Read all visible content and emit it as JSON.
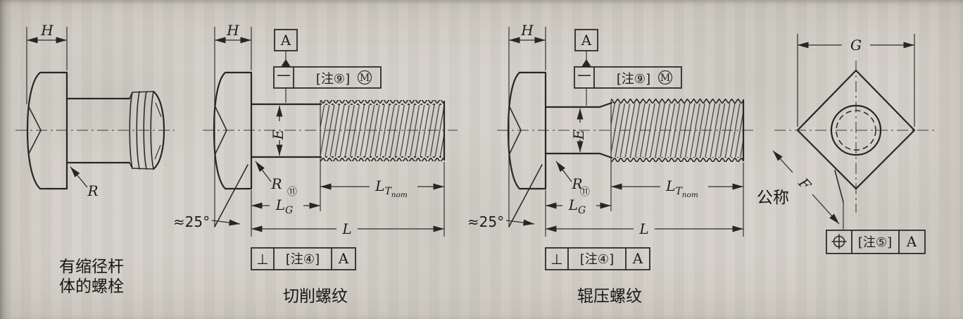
{
  "figure": {
    "dim_labels": {
      "H": "H",
      "E": "E",
      "L": "L",
      "G": "G",
      "F": "F",
      "R": "R",
      "L_sub_G": "G",
      "sup_note11": "⑪",
      "L_sub_T": "T",
      "sub_nom": "nom",
      "angle_approx": "≈25°",
      "nominal": "公称"
    },
    "datum": {
      "label": "A"
    },
    "fcf": {
      "straightness": {
        "symbol": "—",
        "note": "[注⑨]",
        "modifier": "M"
      },
      "perpendicularity": {
        "symbol": "⊥",
        "note": "[注④]",
        "datum": "A"
      },
      "position": {
        "note": "[注⑤]",
        "datum": "A"
      }
    },
    "captions": {
      "reduced_shank_line1": "有缩径杆",
      "reduced_shank_line2": "体的螺栓",
      "cut_thread": "切削螺纹",
      "rolled_thread": "辊压螺纹"
    }
  }
}
